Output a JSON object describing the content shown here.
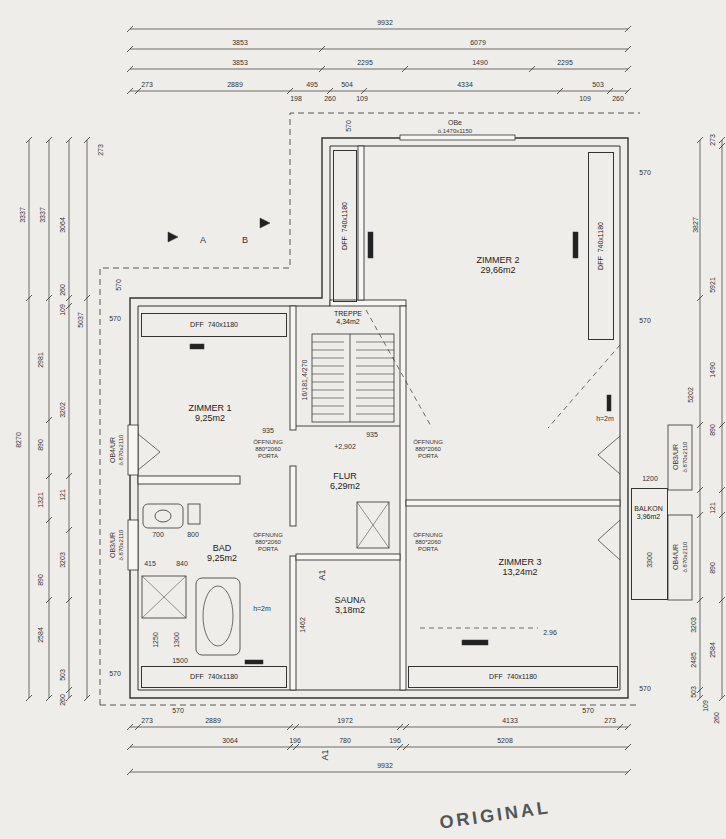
{
  "diagram": {
    "nodes": [
      {
        "text": [
          "ZIMMER 2",
          "29,66m2"
        ]
      },
      {
        "text": [
          "DFF",
          "740x1180"
        ],
        "in": 0
      },
      {
        "text": [
          "DFF",
          "740x1180"
        ],
        "in": 0
      },
      {
        "text": [
          "TREPPE",
          "4,34m2"
        ]
      },
      {
        "text": [
          "ZIMMER 1",
          "9,25m2"
        ]
      },
      {
        "text": [
          "DFF",
          "740x1180"
        ],
        "in": 4
      },
      {
        "text": [
          "FLUR",
          "6,29m2"
        ]
      },
      {
        "text": [
          "BAD",
          "9,25m2"
        ]
      },
      {
        "text": [
          "DFF",
          "740x1180"
        ],
        "in": 7
      },
      {
        "text": [
          "SAUNA",
          "3,18m2"
        ]
      },
      {
        "text": [
          "ZIMMER 3",
          "13,24m2"
        ]
      },
      {
        "text": [
          "DFF",
          "740x1180"
        ],
        "in": 10
      },
      {
        "text": [
          "BALKON",
          "3,96m2"
        ]
      }
    ],
    "labels": [
      "9932",
      "3853",
      "6079",
      "3853",
      "2295",
      "1490",
      "2295",
      "273",
      "2889",
      "495",
      "504",
      "4334",
      "503",
      "198",
      "260",
      "109",
      "109",
      "260",
      "OBe",
      "ö.1470x1150",
      "3337",
      "3337",
      "3064",
      "273",
      "260",
      "109",
      "5037",
      "8270",
      "2981",
      "890",
      "1321",
      "3202",
      "121",
      "3203",
      "890",
      "2584",
      "503",
      "260",
      "570",
      "570",
      "OB4/UR",
      "ö.870x2110",
      "OB3/UR",
      "ö.870x2110",
      "570",
      "570",
      "570",
      "273",
      "3827",
      "5921",
      "1490",
      "5202",
      "890",
      "121",
      "890",
      "3203",
      "2485",
      "2584",
      "503",
      "109",
      "260",
      "570",
      "570",
      "OB3/UR",
      "ö.870x2110",
      "OB4/UR",
      "ö.870x2110",
      "1200",
      "3300",
      "273",
      "2889",
      "1972",
      "4133",
      "273",
      "3064",
      "196",
      "780",
      "196",
      "5208",
      "9932",
      "570",
      "570",
      "ÖFFNUNG 880*2060 PORTA",
      "ÖFFNUNG 880*2060 PORTA",
      "ÖFFNUNG 880*2060 PORTA",
      "ÖFFNUNG 880*2060 PORTA",
      "935",
      "935",
      "+2,902",
      "16/181,4/270",
      "700",
      "800",
      "415",
      "840",
      "1250",
      "1300",
      "1500",
      "h=2m",
      "h=2m",
      "1462",
      "2.96",
      "A",
      "B",
      "A1",
      "A1",
      "ORIGINAL"
    ]
  }
}
